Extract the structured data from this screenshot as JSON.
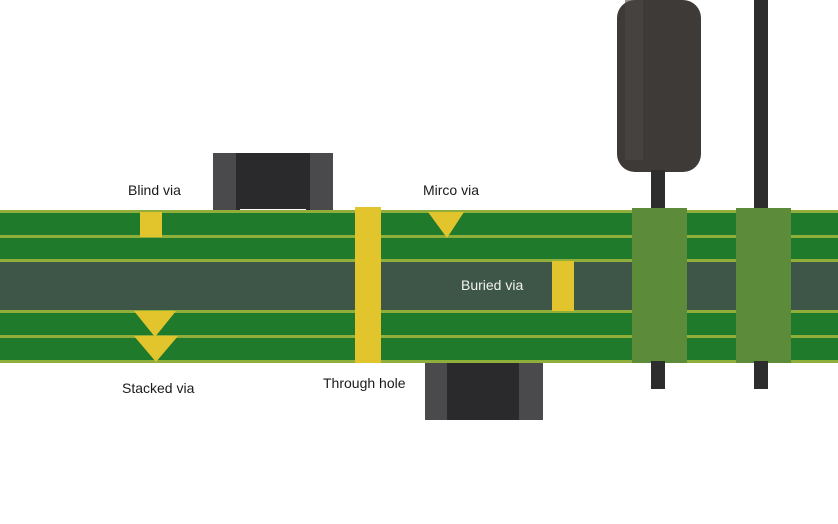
{
  "labels": {
    "blind_via": "Blind via",
    "micro_via": "Mirco via",
    "buried_via": "Buried via",
    "stacked_via": "Stacked via",
    "through_hole": "Through hole"
  },
  "colors": {
    "board_green": "#1f7a2c",
    "board_dark": "#3e5648",
    "copper_line": "#8fae3a",
    "via_yellow": "#e2c42d",
    "pad_green": "#5c8c3a",
    "component_dark": "#303032",
    "component_lead": "#4a4a4c"
  }
}
